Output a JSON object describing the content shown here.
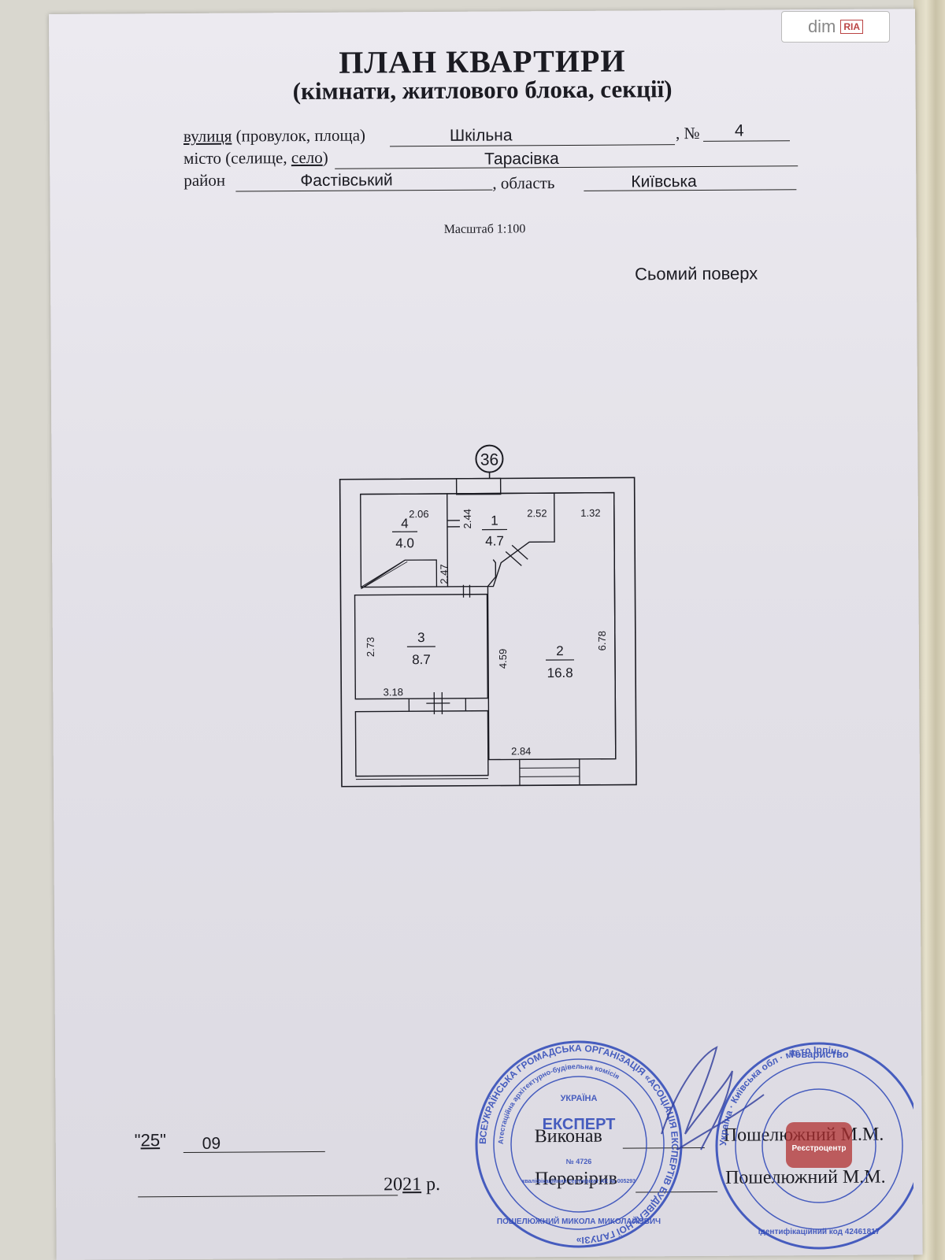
{
  "watermark": {
    "brand": "dim",
    "badge": "RIA"
  },
  "header": {
    "title": "ПЛАН КВАРТИРИ",
    "subtitle": "(кімнати, житлового блока, секції)"
  },
  "address": {
    "street_label_underlined": "вулиця",
    "street_label_rest": "(провулок, площа)",
    "street_value": "Шкільна",
    "number_label": ", №",
    "number_value": "4",
    "city_label_prefix": "місто (селище, ",
    "city_label_underlined": "село",
    "city_label_suffix": ")",
    "city_value": "Тарасівка",
    "district_label": "район",
    "district_value": "Фастівський",
    "region_label": ", область",
    "region_value": "Київська"
  },
  "scale": "Масштаб 1:100",
  "floor": "Сьомий поверх",
  "plan": {
    "apartment_number": "36",
    "rooms": [
      {
        "number": "1",
        "area": "4.7"
      },
      {
        "number": "2",
        "area": "16.8"
      },
      {
        "number": "3",
        "area": "8.7"
      },
      {
        "number": "4",
        "area": "4.0"
      }
    ],
    "dimensions": {
      "d206": "2.06",
      "d244": "2.44",
      "d252": "2.52",
      "d132": "1.32",
      "d247": "2.47",
      "d273": "2.73",
      "d459": "4.59",
      "d678": "6.78",
      "d318": "3.18",
      "d284": "2.84"
    }
  },
  "footer": {
    "day": "25",
    "month": "09",
    "year_prefix": "20",
    "year_suffix": "21",
    "year_end": " р.",
    "performed_label": "Виконав",
    "checked_label": "Перевірив",
    "performer": "Пошелюжний М.М.",
    "checker": "Пошелюжний М.М."
  },
  "stamps": {
    "left_seal_top": "ВСЕУКРАЇНСЬКА ГРОМАДСЬКА ОРГАНІЗАЦІЯ «АСОЦІАЦІЯ ЕКСПЕРТІВ БУДІВЕЛЬНОЇ ГАЛУЗІ»",
    "left_seal_inner": "Атестаційна архітектурно-будівельна комісія",
    "left_seal_country": "УКРАЇНА",
    "left_seal_center": "ЕКСПЕРТ",
    "left_seal_sub": "кваліфікаційний сертифікат АЕ № 005293",
    "left_seal_num": "№ 4726",
    "left_seal_bottom": "ПОШЕЛЮЖНИЙ МИКОЛА МИКОЛАЙОВИЧ",
    "right_seal_top": "Україна · Київська обл · місто Ірпінь",
    "right_seal_word": "Товариство",
    "right_seal_code": "ідентифікаційний код 42461817",
    "right_seal_center": "Реєстроцентр"
  }
}
